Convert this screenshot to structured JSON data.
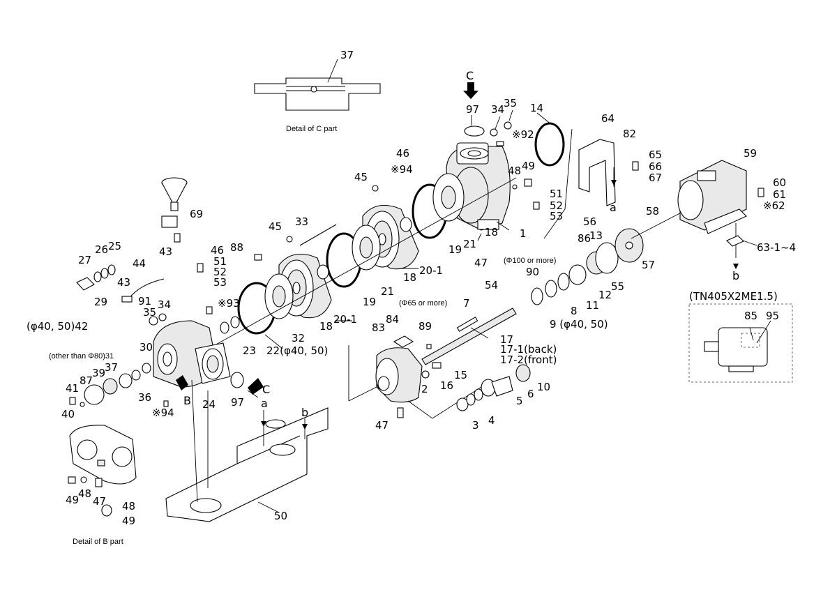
{
  "captions": {
    "detail_c": "Detail of C part",
    "detail_b": "Detail of B part",
    "model": "(TN405X2ME1.5)",
    "phi65": "(Φ65 or more)",
    "phi100": "(Φ100 or more)",
    "other80": "(other than Φ80)31",
    "arrow_c": "C",
    "arrow_b": "B",
    "marker_a": "a",
    "marker_b": "b"
  },
  "labels": {
    "n37": "37",
    "n97a": "97",
    "n34a": "34",
    "n35a": "35",
    "n14": "14",
    "n92": "※92",
    "n46a": "46",
    "n94a": "※94",
    "n48a": "48",
    "n49a": "49",
    "n45a": "45",
    "n51a": "51",
    "n52a": "52",
    "n53a": "53",
    "n64": "64",
    "n82": "82",
    "n65": "65",
    "n66": "66",
    "n67": "67",
    "n59": "59",
    "n60": "60",
    "n61": "61",
    "n62": "※62",
    "n63": "63-1~4",
    "n58": "58",
    "n56": "56",
    "n13": "13",
    "n86": "86",
    "n57": "57",
    "n55": "55",
    "n12": "12",
    "n11": "11",
    "n8": "8",
    "n9": "9 (φ40, 50)",
    "n90": "90",
    "n54": "54",
    "n7": "7",
    "n17": "17",
    "n17b": "17-1(back)",
    "n17f": "17-2(front)",
    "n89": "89",
    "n84": "84",
    "n83": "83",
    "n15": "15",
    "n16": "16",
    "n2": "2",
    "n10": "10",
    "n6": "6",
    "n5": "5",
    "n4": "4",
    "n3": "3",
    "n47c": "47",
    "n1": "1",
    "n18a": "18",
    "n19a": "19",
    "n21a": "21",
    "n20a": "20-1",
    "n18b": "18",
    "n19b": "19",
    "n21b": "21",
    "n20b": "20-1",
    "n18c": "18",
    "n33": "33",
    "n45b": "45",
    "n88": "88",
    "n93": "※93",
    "n32": "32",
    "n22": "22(φ40, 50)",
    "n23": "23",
    "n69": "69",
    "n43a": "43",
    "n44": "44",
    "n43b": "43",
    "n46b": "46",
    "n51b": "51",
    "n52b": "52",
    "n53b": "53",
    "n27": "27",
    "n26": "26",
    "n25": "25",
    "n29": "29",
    "n91": "91",
    "n35b": "35",
    "n34b": "34",
    "n42": "(φ40, 50)42",
    "n30": "30",
    "n39": "39",
    "n37b": "37",
    "n87": "87",
    "n41": "41",
    "n40": "40",
    "n36": "36",
    "n94b": "※94",
    "n24": "24",
    "n97b": "97",
    "n50": "50",
    "n47d": "47",
    "n48b": "48",
    "n49b": "49",
    "n48c": "48",
    "n49c": "49",
    "n47b": "47",
    "n85": "85",
    "n95": "95"
  }
}
